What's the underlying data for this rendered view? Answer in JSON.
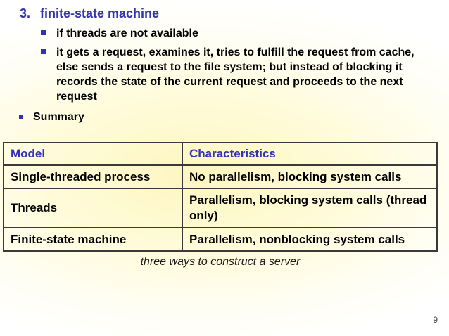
{
  "slide": {
    "title_number": "3.",
    "title_text": "finite-state machine",
    "bullets": [
      {
        "text": "if threads are not available"
      },
      {
        "text": "it gets a request, examines it, tries to fulfill the request from cache, else sends a request to the file system; but instead of blocking it records the state of the current request and proceeds to the next request"
      }
    ],
    "summary_label": "Summary",
    "table": {
      "headers": [
        "Model",
        "Characteristics"
      ],
      "rows": [
        [
          "Single-threaded process",
          "No parallelism, blocking system calls"
        ],
        [
          "Threads",
          "Parallelism, blocking system calls (thread only)"
        ],
        [
          "Finite-state machine",
          "Parallelism, nonblocking system calls"
        ]
      ]
    },
    "caption": "three ways to construct a server",
    "page_number": "9",
    "colors": {
      "accent_blue": "#3333B2",
      "body_text": "#000000",
      "background_yellow": "#FDF6C0"
    }
  }
}
